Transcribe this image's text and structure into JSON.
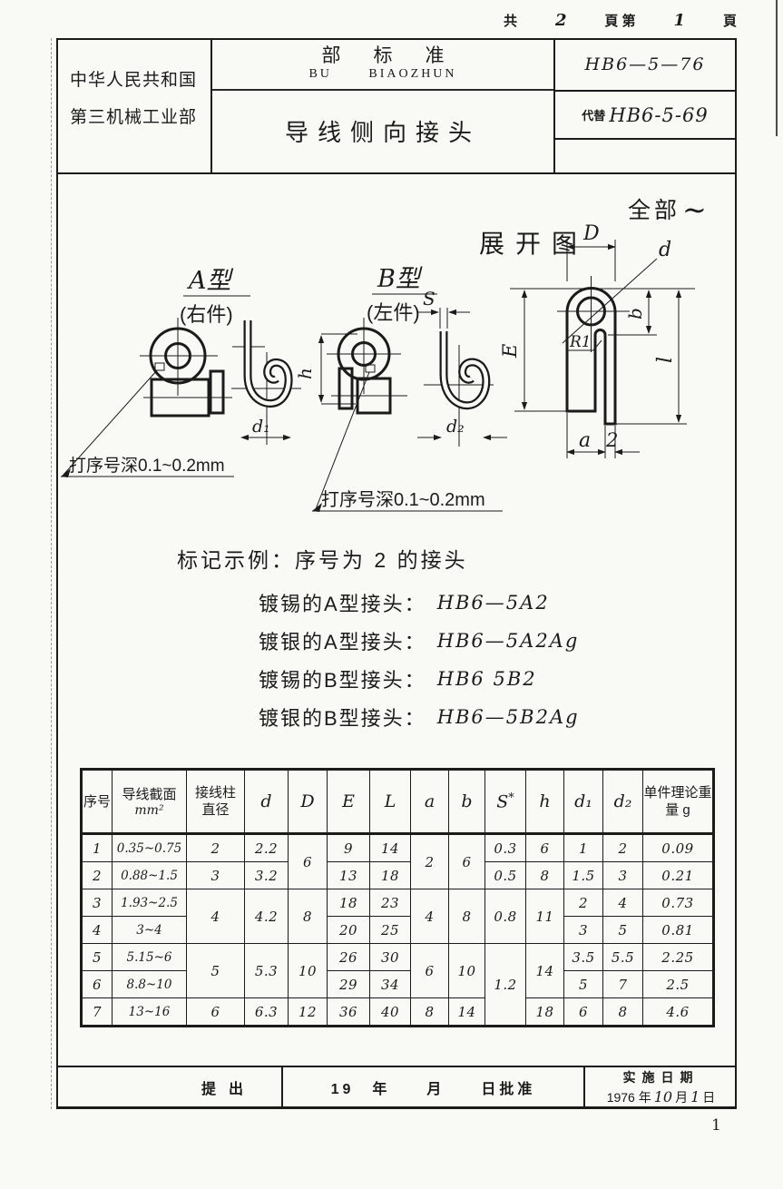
{
  "page": {
    "sheet_info": {
      "t1": "共",
      "n1": "2",
      "t2": "頁 第",
      "n2": "1",
      "t3": "頁"
    },
    "corner_mark": "1"
  },
  "header": {
    "org_line1": "中华人民共和国",
    "org_line2": "第三机械工业部",
    "std_cn": "部标准",
    "std_pinyin": "BU BIAOZHUN",
    "doc_title": "导线侧向接头",
    "std_no": "HB6—5—76",
    "replaces_label": "代替",
    "replaces_no": "HB6-5-69"
  },
  "drawing": {
    "type_a": "A型",
    "type_a_note": "(右件)",
    "type_b": "B型",
    "type_b_note": "(左件)",
    "dev_label": "展开图",
    "finish_note": "全部",
    "finish_tilde": "∼",
    "stamp_note_a": "打序号深0.1~0.2mm",
    "stamp_note_b": "打序号深0.1~0.2mm",
    "dim_D": "D",
    "dim_d": "d",
    "dim_b": "b",
    "dim_E": "E",
    "dim_l": "l",
    "dim_R1": "R1",
    "dim_a": "a",
    "dim_2": "2",
    "dim_S": "S",
    "dim_h": "h",
    "dim_d1": "d₁",
    "dim_d2": "d₂"
  },
  "example": {
    "intro": "标记示例：序号为 2 的接头",
    "lines": [
      {
        "label": "镀锡的A型接头：",
        "code": "HB6—5A2"
      },
      {
        "label": "镀银的A型接头：",
        "code": "HB6—5A2Ag"
      },
      {
        "label": "镀锡的B型接头：",
        "code": "HB6  5B2"
      },
      {
        "label": "镀银的B型接头：",
        "code": "HB6—5B2Ag"
      }
    ]
  },
  "table": {
    "h": {
      "no": "序号",
      "section": "导线截面",
      "section_unit": "mm²",
      "post1": "接线柱",
      "post2": "直径",
      "d": "d",
      "D": "D",
      "E": "E",
      "L": "L",
      "a": "a",
      "b": "b",
      "S": "S",
      "S_sup": "*",
      "hh": "h",
      "d1": "d₁",
      "d2": "d₂",
      "w1": "单件理论重",
      "w2": "量 g"
    },
    "rows": [
      {
        "no": "1",
        "section": "0.35~0.75",
        "post": "2",
        "d": "2.2",
        "D": "6",
        "E": "9",
        "L": "14",
        "a": "2",
        "b": "6",
        "S": "0.3",
        "h": "6",
        "d1": "1",
        "d2": "2",
        "w": "0.09"
      },
      {
        "no": "2",
        "section": "0.88~1.5",
        "post": "3",
        "d": "3.2",
        "E": "13",
        "L": "18",
        "S": "0.5",
        "h": "8",
        "d1": "1.5",
        "d2": "3",
        "w": "0.21"
      },
      {
        "no": "3",
        "section": "1.93~2.5",
        "post": "4",
        "d": "4.2",
        "D": "8",
        "E": "18",
        "L": "23",
        "a": "4",
        "b": "8",
        "S": "0.8",
        "h": "11",
        "d1": "2",
        "d2": "4",
        "w": "0.73"
      },
      {
        "no": "4",
        "section": "3~4",
        "E": "20",
        "L": "25",
        "d1": "3",
        "d2": "5",
        "w": "0.81"
      },
      {
        "no": "5",
        "section": "5.15~6",
        "post": "5",
        "d": "5.3",
        "D": "10",
        "E": "26",
        "L": "30",
        "a": "6",
        "b": "10",
        "S": "1.2",
        "h": "14",
        "d1": "3.5",
        "d2": "5.5",
        "w": "2.25"
      },
      {
        "no": "6",
        "section": "8.8~10",
        "E": "29",
        "L": "34",
        "d1": "5",
        "d2": "7",
        "w": "2.5"
      },
      {
        "no": "7",
        "section": "13~16",
        "post": "6",
        "d": "6.3",
        "D": "12",
        "E": "36",
        "L": "40",
        "a": "8",
        "b": "14",
        "h": "18",
        "d1": "6",
        "d2": "8",
        "w": "4.6"
      }
    ]
  },
  "footer": {
    "submit": "提出",
    "approve": "19　年　　月　　日批准",
    "impl_label": "实施日期",
    "date_p1": "1976 年",
    "date_n1": "10",
    "date_p2": "月",
    "date_n2": "1",
    "date_p3": "日"
  }
}
